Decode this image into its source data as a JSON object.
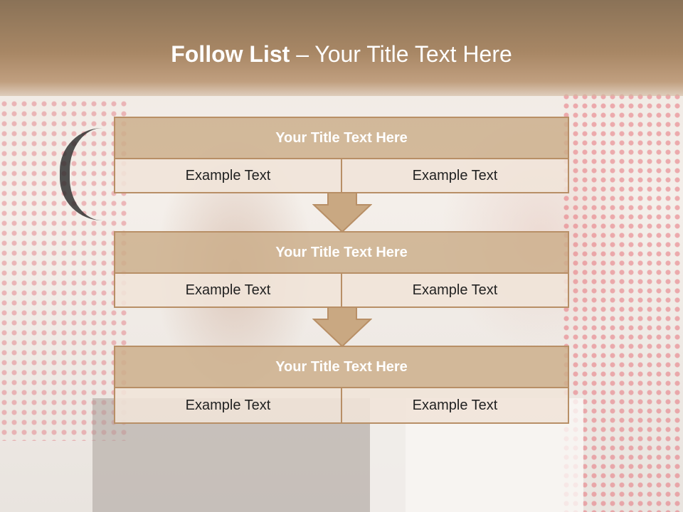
{
  "slide": {
    "title_bold": "Follow List",
    "title_rest": " – Your Title Text Here"
  },
  "steps": [
    {
      "title": "Your Title Text Here",
      "left": "Example Text",
      "right": "Example Text"
    },
    {
      "title": "Your Title Text Here",
      "left": "Example Text",
      "right": "Example Text"
    },
    {
      "title": "Your Title Text Here",
      "left": "Example Text",
      "right": "Example Text"
    }
  ],
  "colors": {
    "header": "#a88765",
    "block_title": "#cdaf8c",
    "block_cell": "#f0e4d8",
    "border": "#b88f66"
  }
}
